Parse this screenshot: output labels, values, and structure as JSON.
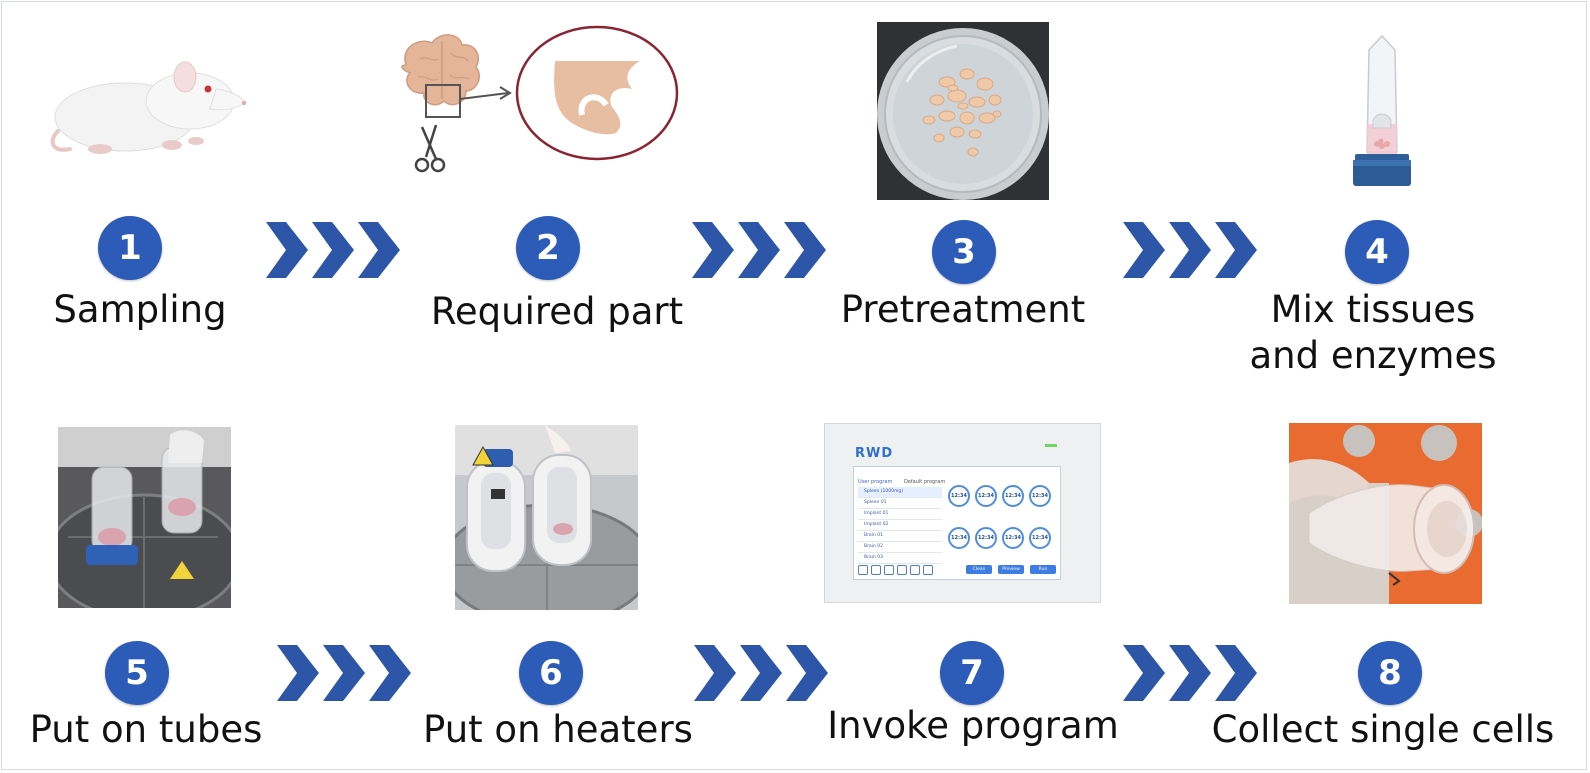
{
  "steps": [
    {
      "number": "1",
      "label": "Sampling",
      "image": "white-rat"
    },
    {
      "number": "2",
      "label": "Required part",
      "image": "brain-dissection"
    },
    {
      "number": "3",
      "label": "Pretreatment",
      "image": "minced-tissue-dish"
    },
    {
      "number": "4",
      "label_lines": [
        "Mix tissues",
        "and enzymes"
      ],
      "image": "tissue-tube"
    },
    {
      "number": "5",
      "label": "Put on tubes",
      "image": "tubes-in-rack"
    },
    {
      "number": "6",
      "label": "Put on heaters",
      "image": "heater-tubes"
    },
    {
      "number": "7",
      "label": "Invoke program",
      "image": "instrument-touchscreen"
    },
    {
      "number": "8",
      "label": "Collect single cells",
      "image": "pipetting-cells"
    }
  ],
  "screen": {
    "brand": "RWD",
    "tabs": [
      "User program",
      "Default program"
    ],
    "program_items": [
      "Spleen (1000mg)",
      "Spleen 01",
      "Implant 01",
      "Implant 02",
      "Brain 01",
      "Brain 02",
      "Brain 03"
    ],
    "timer_value": "12:34",
    "buttons": [
      "Clean",
      "Preview",
      "Run"
    ]
  },
  "colors": {
    "badge": "#2d5bb8",
    "arrow": "#2d56a8",
    "text": "#111111"
  }
}
